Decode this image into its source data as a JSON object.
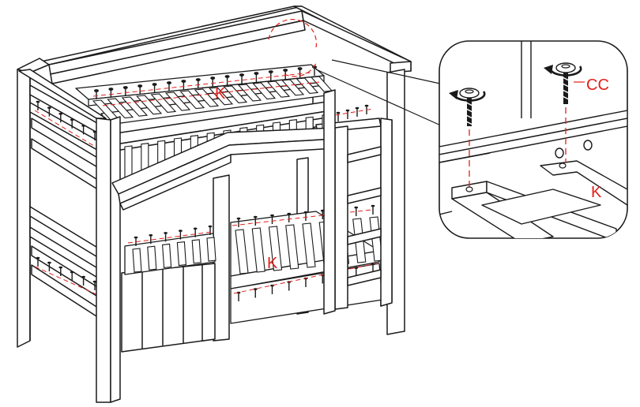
{
  "diagram": {
    "part_labels": {
      "upper_slats": "K",
      "lower_slats": "K",
      "detail_slat": "K",
      "screw": "CC"
    },
    "colors": {
      "line": "#1a1a1a",
      "annotation": "#e0201b",
      "background": "#ffffff"
    },
    "icons": [
      "screw-icon",
      "rotation-arrow-icon"
    ]
  }
}
